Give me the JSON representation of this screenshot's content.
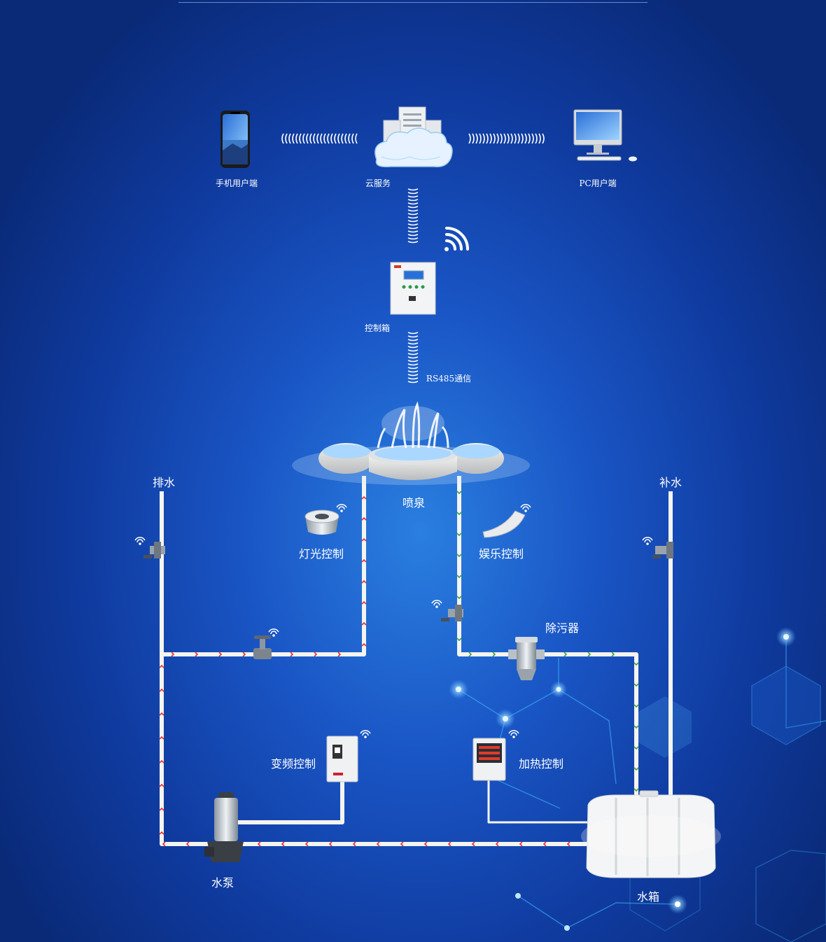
{
  "top": {
    "phone_label": "手机用户端",
    "cloud_label": "云服务",
    "pc_label": "PC用户端",
    "control_box_label": "控制箱",
    "rs485_label": "RS485通信"
  },
  "system": {
    "fountain_label": "喷泉",
    "drain_label": "排水",
    "refill_label": "补水",
    "light_label": "灯光控制",
    "entertain_label": "娱乐控制",
    "filter_label": "除污器",
    "vfd_label": "变频控制",
    "heating_label": "加热控制",
    "pump_label": "水泵",
    "tank_label": "水箱"
  },
  "colors": {
    "return_pipe_arrow": "#e8332a",
    "supply_pipe_arrow": "#3aa83a",
    "pipe": "#f4f4f0",
    "background": "#1a56c6"
  }
}
